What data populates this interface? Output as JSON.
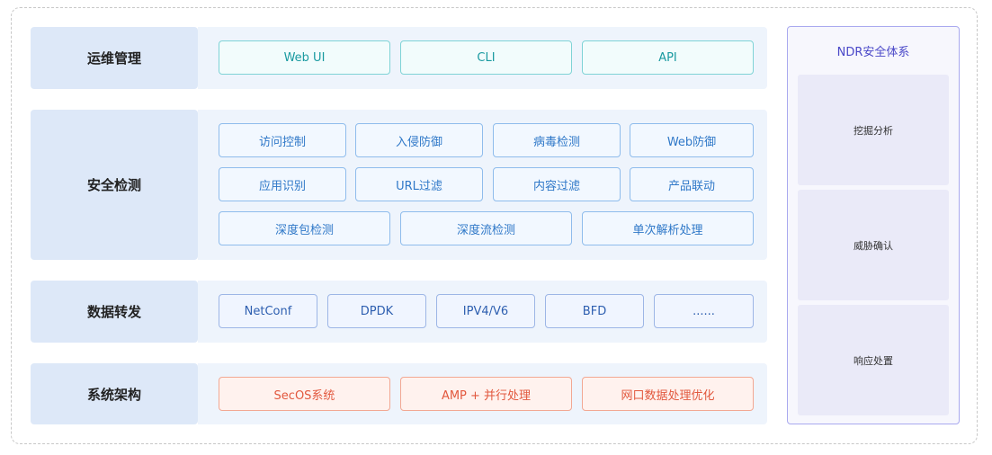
{
  "layers": {
    "ops": {
      "title": "运维管理",
      "items": [
        "Web UI",
        "CLI",
        "API"
      ]
    },
    "security": {
      "title": "安全检测",
      "row1": [
        "访问控制",
        "入侵防御",
        "病毒检测",
        "Web防御"
      ],
      "row2": [
        "应用识别",
        "URL过滤",
        "内容过滤",
        "产品联动"
      ],
      "row3": [
        "深度包检测",
        "深度流检测",
        "单次解析处理"
      ]
    },
    "data": {
      "title": "数据转发",
      "items": [
        "NetConf",
        "DPDK",
        "IPV4/V6",
        "BFD",
        "......"
      ]
    },
    "system": {
      "title": "系统架构",
      "items": [
        "SecOS系统",
        "AMP + 并行处理",
        "网口数据处理优化"
      ]
    }
  },
  "ndr": {
    "title": "NDR安全体系",
    "items": [
      "挖掘分析",
      "威胁确认",
      "响应处置"
    ]
  },
  "colors": {
    "label_bg": "#dde8f8",
    "body_bg": "#eef4fc",
    "ops": "#1a9aa0",
    "security": "#2f78c8",
    "data": "#2e5fb0",
    "system": "#e2583e",
    "ndr": "#4a48c8"
  }
}
